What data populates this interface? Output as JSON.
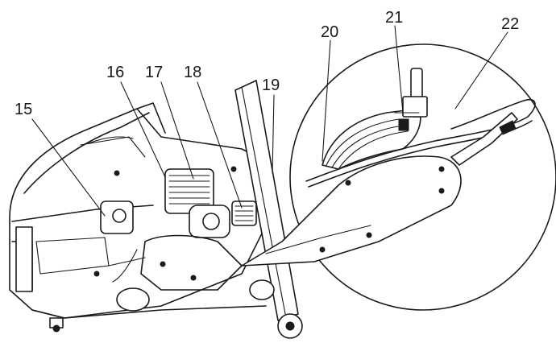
{
  "diagram": {
    "callouts": [
      {
        "id": "c15",
        "label": "15"
      },
      {
        "id": "c16",
        "label": "16"
      },
      {
        "id": "c17",
        "label": "17"
      },
      {
        "id": "c18",
        "label": "18"
      },
      {
        "id": "c19",
        "label": "19"
      },
      {
        "id": "c20",
        "label": "20"
      },
      {
        "id": "c21",
        "label": "21"
      },
      {
        "id": "c22",
        "label": "22"
      }
    ]
  }
}
